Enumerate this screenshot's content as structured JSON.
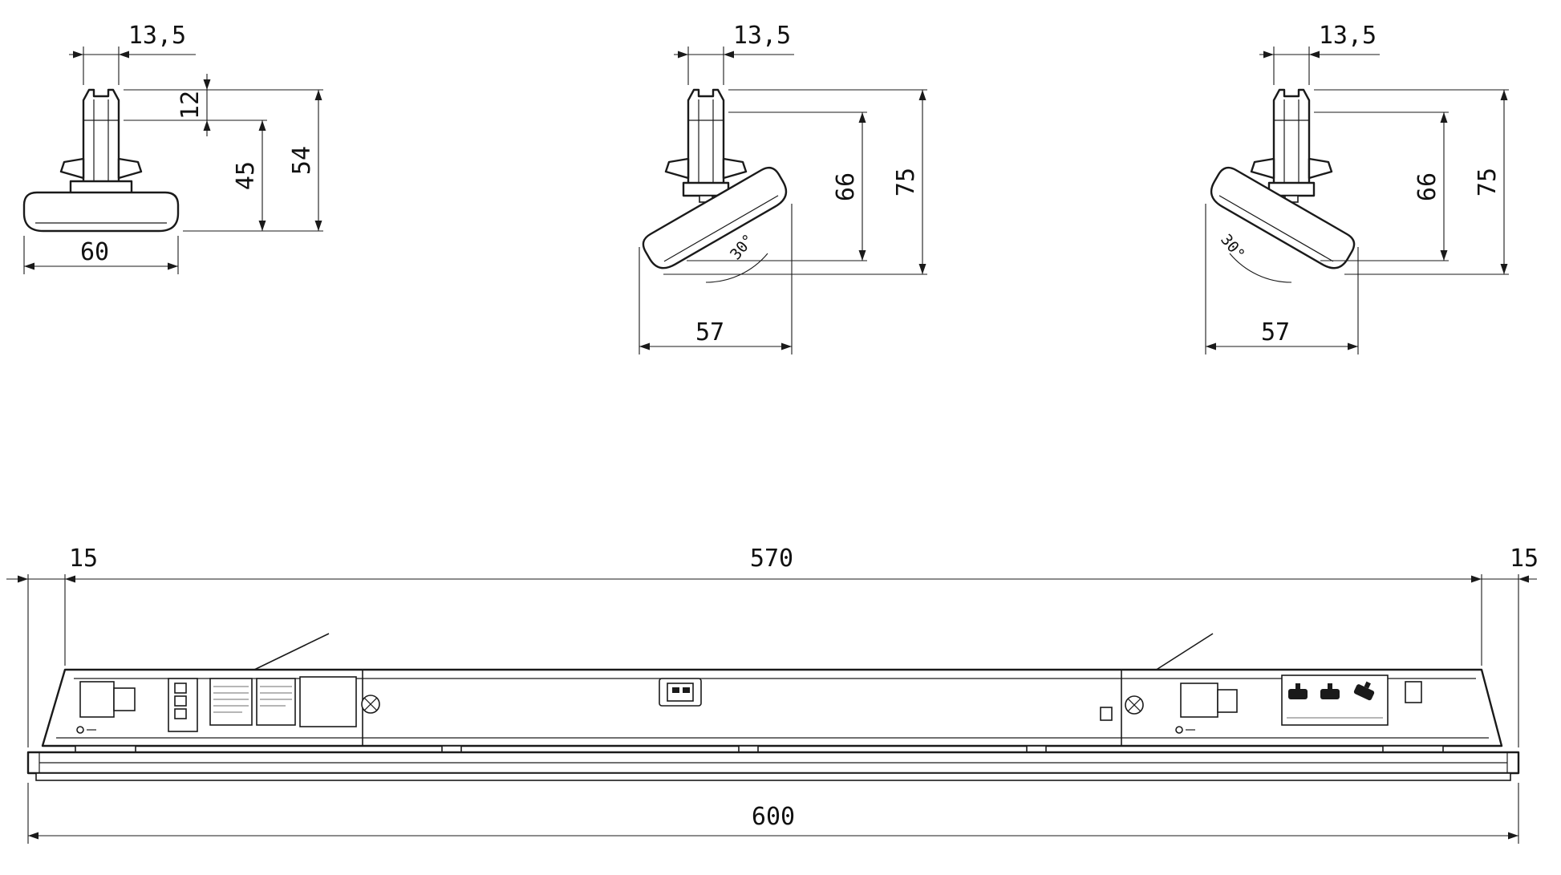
{
  "colors": {
    "background": "#ffffff",
    "line": "#1a1a1a"
  },
  "views": {
    "straight": {
      "top_width": "13,5",
      "height_inner": "12",
      "height_mid": "45",
      "height_total": "54",
      "bottom_width": "60"
    },
    "tilt_left": {
      "top_width": "13,5",
      "height_mid": "66",
      "height_total": "75",
      "tilt_angle": "30°",
      "bottom_width": "57"
    },
    "tilt_right": {
      "top_width": "13,5",
      "height_mid": "66",
      "height_total": "75",
      "tilt_angle": "30°",
      "bottom_width": "57"
    },
    "elevation": {
      "end_margin_left": "15",
      "body_length": "570",
      "end_margin_right": "15",
      "overall_length": "600"
    }
  }
}
